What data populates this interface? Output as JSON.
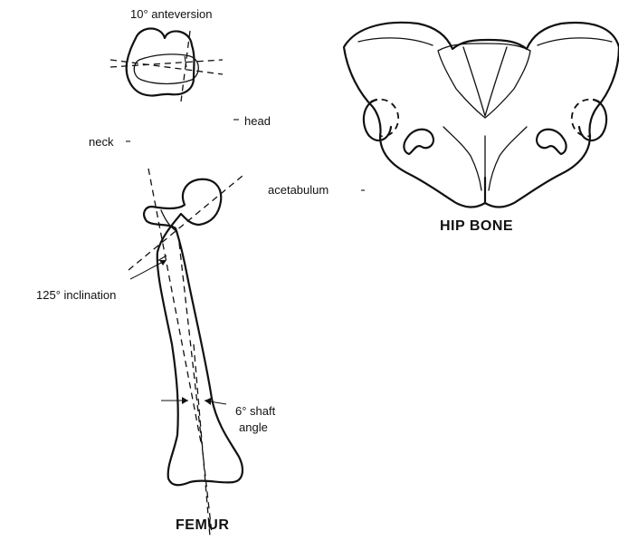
{
  "labels": {
    "anteversion": "10° anteversion",
    "head": "head",
    "neck": "neck",
    "acetabulum": "acetabulum",
    "inclination": "125° inclination",
    "shaft_angle_line1": "6° shaft",
    "shaft_angle_line2": "angle"
  },
  "titles": {
    "femur": "FEMUR",
    "hip_bone": "HIP BONE"
  }
}
